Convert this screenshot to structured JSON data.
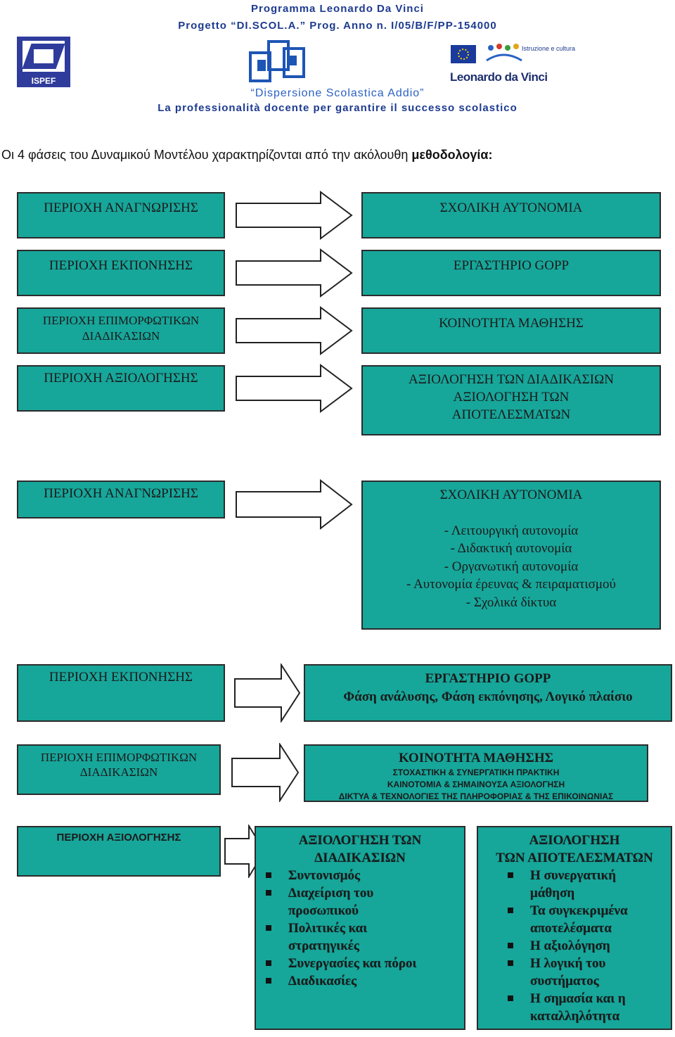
{
  "header": {
    "line1": "Programma Leonardo Da Vinci",
    "line2": "Progetto “DI.SCOL.A.” Prog. Anno n. I/05/B/F/PP-154000",
    "line3": "“Dispersione Scolastica Addio”",
    "line4": "La professionalità docente per garantire il successo scolastico",
    "logo_left_text": "ISPEF",
    "logo_right_caption": "Istruzione e cultura",
    "logo_right_text": "Leonardo da Vinci"
  },
  "intro": {
    "text": "Οι 4 φάσεις του Δυναμικού Μοντέλου χαρακτηρίζονται από την ακόλουθη ",
    "bold": "μεθοδολογία:"
  },
  "overview": {
    "left": [
      "ΠΕΡΙΟΧΗ ΑΝΑΓΝΩΡΙΣΗΣ",
      "ΠΕΡΙΟΧΗ ΕΚΠΟΝΗΣΗΣ",
      "ΠΕΡΙΟΧΗ ΕΠΙΜΟΡΦΩΤΙΚΩΝ",
      "ΔΙΑΔΙΚΑΣΙΩΝ",
      "ΠΕΡΙΟΧΗ ΑΞΙΟΛΟΓΗΣΗΣ"
    ],
    "right": [
      "ΣΧΟΛΙΚΗ ΑΥΤΟΝΟΜΙΑ",
      "ΕΡΓΑΣΤΗΡΙΟ GOPP",
      "ΚΟΙΝΟΤΗΤΑ ΜΑΘΗΣΗΣ",
      "ΑΞΙΟΛΟΓΗΣΗ ΤΩΝ ΔΙΑΔΙΚΑΣΙΩΝ",
      "ΑΞΙΟΛΟΓΗΣΗ ΤΩΝ",
      "ΑΠΟΤΕΛΕΣΜΑΤΩΝ"
    ]
  },
  "detail1": {
    "left": "ΠΕΡΙΟΧΗ ΑΝΑΓΝΩΡΙΣΗΣ",
    "title": "ΣΧΟΛΙΚΗ ΑΥΤΟΝΟΜΙΑ",
    "items": [
      "- Λειτουργική αυτονομία",
      "- Διδακτική αυτονομία",
      "- Οργανωτική αυτονομία",
      "- Αυτονομία έρευνας & πειραματισμού",
      "- Σχολικά δίκτυα"
    ]
  },
  "detail2": {
    "left": "ΠΕΡΙΟΧΗ ΕΚΠΟΝΗΣΗΣ",
    "title": "ΕΡΓΑΣΤΗΡΙΟ GOPP",
    "subtitle": "Φάση ανάλυσης, Φάση εκπόνησης, Λογικό πλαίσιο"
  },
  "detail3": {
    "left1": "ΠΕΡΙΟΧΗ ΕΠΙΜΟΡΦΩΤΙΚΩΝ",
    "left2": "ΔΙΑΔΙΚΑΣΙΩΝ",
    "title": "ΚΟΙΝΟΤΗΤΑ ΜΑΘΗΣΗΣ",
    "lines": [
      "ΣΤΟΧΑΣΤΙΚΗ & ΣΥΝΕΡΓΑΤΙΚΗ ΠΡΑΚΤΙΚΗ",
      "ΚΑΙΝΟΤΟΜΙΑ & ΣΗΜΑΙΝΟΥΣΑ ΑΞΙΟΛΟΓΗΣΗ",
      "ΔΙΚΤΥΑ & ΤΕΧΝΟΛΟΓΙΕΣ ΤΗΣ ΠΛΗΡΟΦΟΡΙΑΣ & ΤΗΣ ΕΠΙΚΟΙΝΩΝΙΑΣ"
    ]
  },
  "detail4": {
    "left": "ΠΕΡΙΟΧΗ ΑΞΙΟΛΟΓΗΣΗΣ",
    "mid_title1": "ΑΞΙΟΛΟΓΗΣΗ ΤΩΝ",
    "mid_title2": "ΔΙΑΔΙΚΑΣΙΩΝ",
    "mid_items": [
      "Συντονισμός",
      "Διαχείριση του προσωπικού",
      "Πολιτικές και στρατηγικές",
      "Συνεργασίες και πόροι",
      "Διαδικασίες"
    ],
    "right_title1": "ΑΞΙΟΛΟΓΗΣΗ",
    "right_title2": "ΤΩΝ ΑΠΟΤΕΛΕΣΜΑΤΩΝ",
    "right_items": [
      "Η συνεργατική μάθηση",
      "Τα συγκεκριμένα αποτελέσματα",
      "Η αξιολόγηση",
      "Η λογική του συστήματος",
      "Η σημασία και η καταλληλότητα"
    ]
  },
  "colors": {
    "box_fill": "#17a69a",
    "header_blue": "#1d3a8f"
  }
}
